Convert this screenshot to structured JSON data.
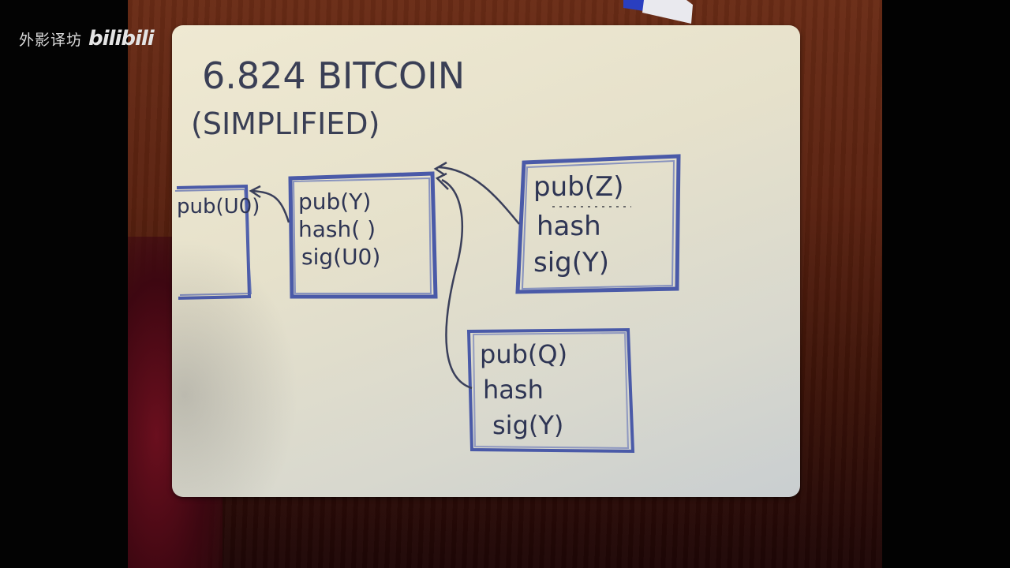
{
  "watermark": {
    "channel_name": "外影译坊",
    "platform_logo": "bilibili"
  },
  "notecard": {
    "title": "6.824  BITCOIN",
    "subtitle": "(SIMPLIFIED)"
  },
  "diagram": {
    "blocks": [
      {
        "id": "block-prev",
        "lines": [
          "pub(U0)"
        ]
      },
      {
        "id": "block-y",
        "lines": [
          "pub(Y)",
          "hash(  )",
          "sig(U0)"
        ]
      },
      {
        "id": "block-z",
        "lines": [
          "pub(Z)",
          "hash",
          "sig(Y)"
        ]
      },
      {
        "id": "block-q",
        "lines": [
          "pub(Q)",
          "hash",
          "sig(Y)"
        ]
      }
    ],
    "arrows": [
      {
        "from": "block-y",
        "to": "block-prev"
      },
      {
        "from": "block-z",
        "to": "block-y"
      },
      {
        "from": "block-q",
        "to": "block-y"
      }
    ]
  },
  "colors": {
    "ink_blue": "#4a5aa8",
    "ink_dark": "#2e3554",
    "card": "#e8e3cd",
    "table": "#5a2210"
  }
}
